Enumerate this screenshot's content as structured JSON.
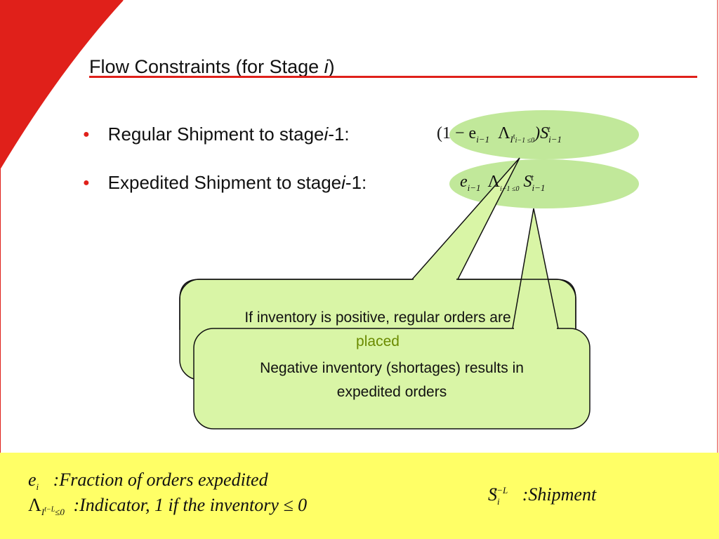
{
  "slide": {
    "title_main": "Flow Constraints (for Stage ",
    "title_var": "i",
    "title_close": ")"
  },
  "bullets": [
    {
      "text_before": "Regular Shipment to stage ",
      "var": "i",
      "text_after": "-1:"
    },
    {
      "text_before": "Expedited Shipment to stage ",
      "var": "i",
      "text_after": "-1:"
    }
  ],
  "formulas": {
    "regular": "(1 − e",
    "regular_sub": "i−1",
    "regular_lambda": "Λ",
    "regular_lambda_sub": "I",
    "regular_lambda_sub2": "t",
    "regular_lambda_cond": "i−1 ≤0",
    "regular_close": ")S",
    "regular_S_sub": "i−1",
    "regular_S_sup": "t",
    "expedited": "e",
    "expedited_sub": "i−1",
    "expedited_lambda": "Λ",
    "expedited_lambda_cond": "i−1 ≤0",
    "expedited_S": "S",
    "expedited_S_sub": "i−1",
    "expedited_S_sup": "t"
  },
  "callouts": {
    "first_line1": "If inventory is positive, regular orders are",
    "first_line2": "placed",
    "second_line1": "Negative inventory (shortages) results in",
    "second_line2": "expedited orders"
  },
  "footer": {
    "e_symbol": "e",
    "e_sub": "i",
    "e_desc": ":Fraction of orders expedited",
    "lambda_symbol": "Λ",
    "lambda_sub": "I",
    "lambda_sup": "t−L",
    "lambda_cond": "≤0",
    "lambda_desc": ":Indicator, 1 if the inventory ≤ 0",
    "s_symbol": "S",
    "s_sub": "i",
    "s_sup": "t−L",
    "s_desc": ":Shipment"
  },
  "colors": {
    "accent_red": "#e0201a",
    "bubble_green": "#a0dc64",
    "callout_fill": "#d9f5a6",
    "footer_yellow": "#ffff66"
  }
}
